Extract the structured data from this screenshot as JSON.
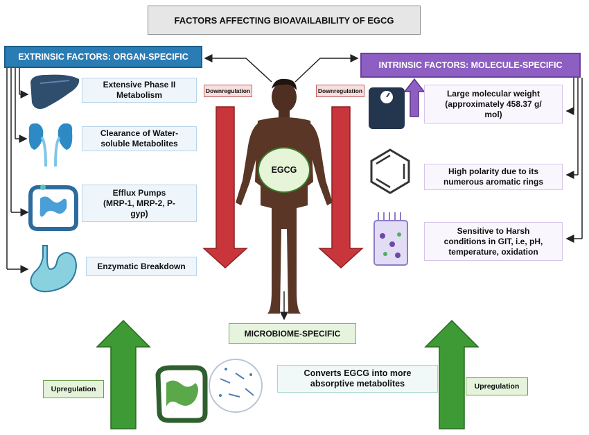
{
  "title": "FACTORS AFFECTING BIOAVAILABILITY OF EGCG",
  "extrinsic": {
    "header": "EXTRINSIC FACTORS: ORGAN-SPECIFIC",
    "items": [
      {
        "line1": "Extensive Phase II",
        "line2": "Metabolism",
        "line3": "",
        "icon": "liver-icon"
      },
      {
        "line1": "Clearance of Water-",
        "line2": "soluble Metabolites",
        "line3": "",
        "icon": "kidneys-icon"
      },
      {
        "line1": "Efflux Pumps",
        "line2": "(MRP-1, MRP-2, P-",
        "line3": "gyp)",
        "icon": "intestine-icon"
      },
      {
        "line1": "Enzymatic Breakdown",
        "line2": "",
        "line3": "",
        "icon": "stomach-icon"
      }
    ]
  },
  "intrinsic": {
    "header": "INTRINSIC FACTORS: MOLECULE-SPECIFIC",
    "items": [
      {
        "line1": "Large molecular weight",
        "line2": "(approximately 458.37 g/",
        "line3": "mol)",
        "icon": "weight-scale-icon"
      },
      {
        "line1": "High polarity due to its",
        "line2": "numerous aromatic rings",
        "line3": "",
        "icon": "benzene-ring-icon"
      },
      {
        "line1": "Sensitive to Harsh",
        "line2": "conditions in GIT, i.e, pH,",
        "line3": "temperature, oxidation",
        "icon": "gut-cells-icon"
      }
    ]
  },
  "center": {
    "egcg": "EGCG",
    "downregulation_left": "Downregulation",
    "downregulation_right": "Downregulation",
    "icon": "human-body-icon"
  },
  "microbiome": {
    "header": "MICROBIOME-SPECIFIC",
    "line1": "Converts EGCG into more",
    "line2": "absorptive metabolites",
    "upregulation_left": "Upregulation",
    "upregulation_right": "Upregulation",
    "icon": "gut-microbiome-icon"
  },
  "colors": {
    "extrinsic": "#2a7cb4",
    "intrinsic": "#8d5fc2",
    "down_arrow": "#c8363b",
    "up_arrow": "#3e9a35"
  }
}
